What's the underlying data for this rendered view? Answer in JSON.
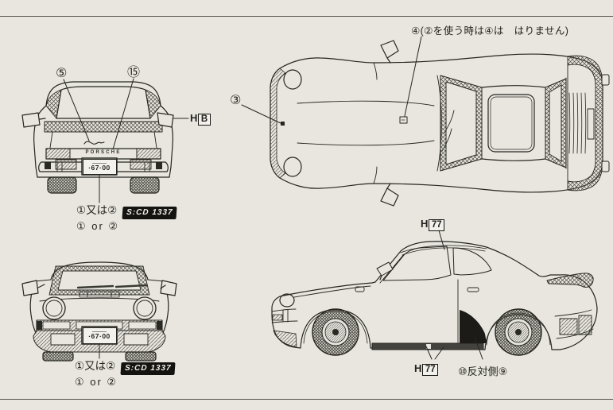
{
  "colors": {
    "paper": "#e9e6e0",
    "ink": "#26251f",
    "decal_badge_bg": "#14130f"
  },
  "top_note": {
    "text": "④(②を使う時は④は　はりません)"
  },
  "rear_view": {
    "callout_top_left": "⑤",
    "callout_top_right": "⑮",
    "mirror_label_prefix": "H",
    "mirror_label_code": "B",
    "porsche_script": "PORSCHE",
    "plate_number": "·67·00",
    "alt_label_jp": "①又は②",
    "alt_label_en": "① or ②",
    "plate_decal": "S:CD 1337"
  },
  "top_view": {
    "callout_hood": "③"
  },
  "front_view": {
    "plate_number": "·67·00",
    "alt_label_jp": "①又は②",
    "alt_label_en": "① or ②",
    "plate_decal": "S:CD 1337"
  },
  "side_view": {
    "roof_label_prefix": "H",
    "roof_label_code": "77",
    "sill_label_prefix": "H",
    "sill_label_code": "77",
    "opposite_note": "⑩反対側⑨"
  }
}
